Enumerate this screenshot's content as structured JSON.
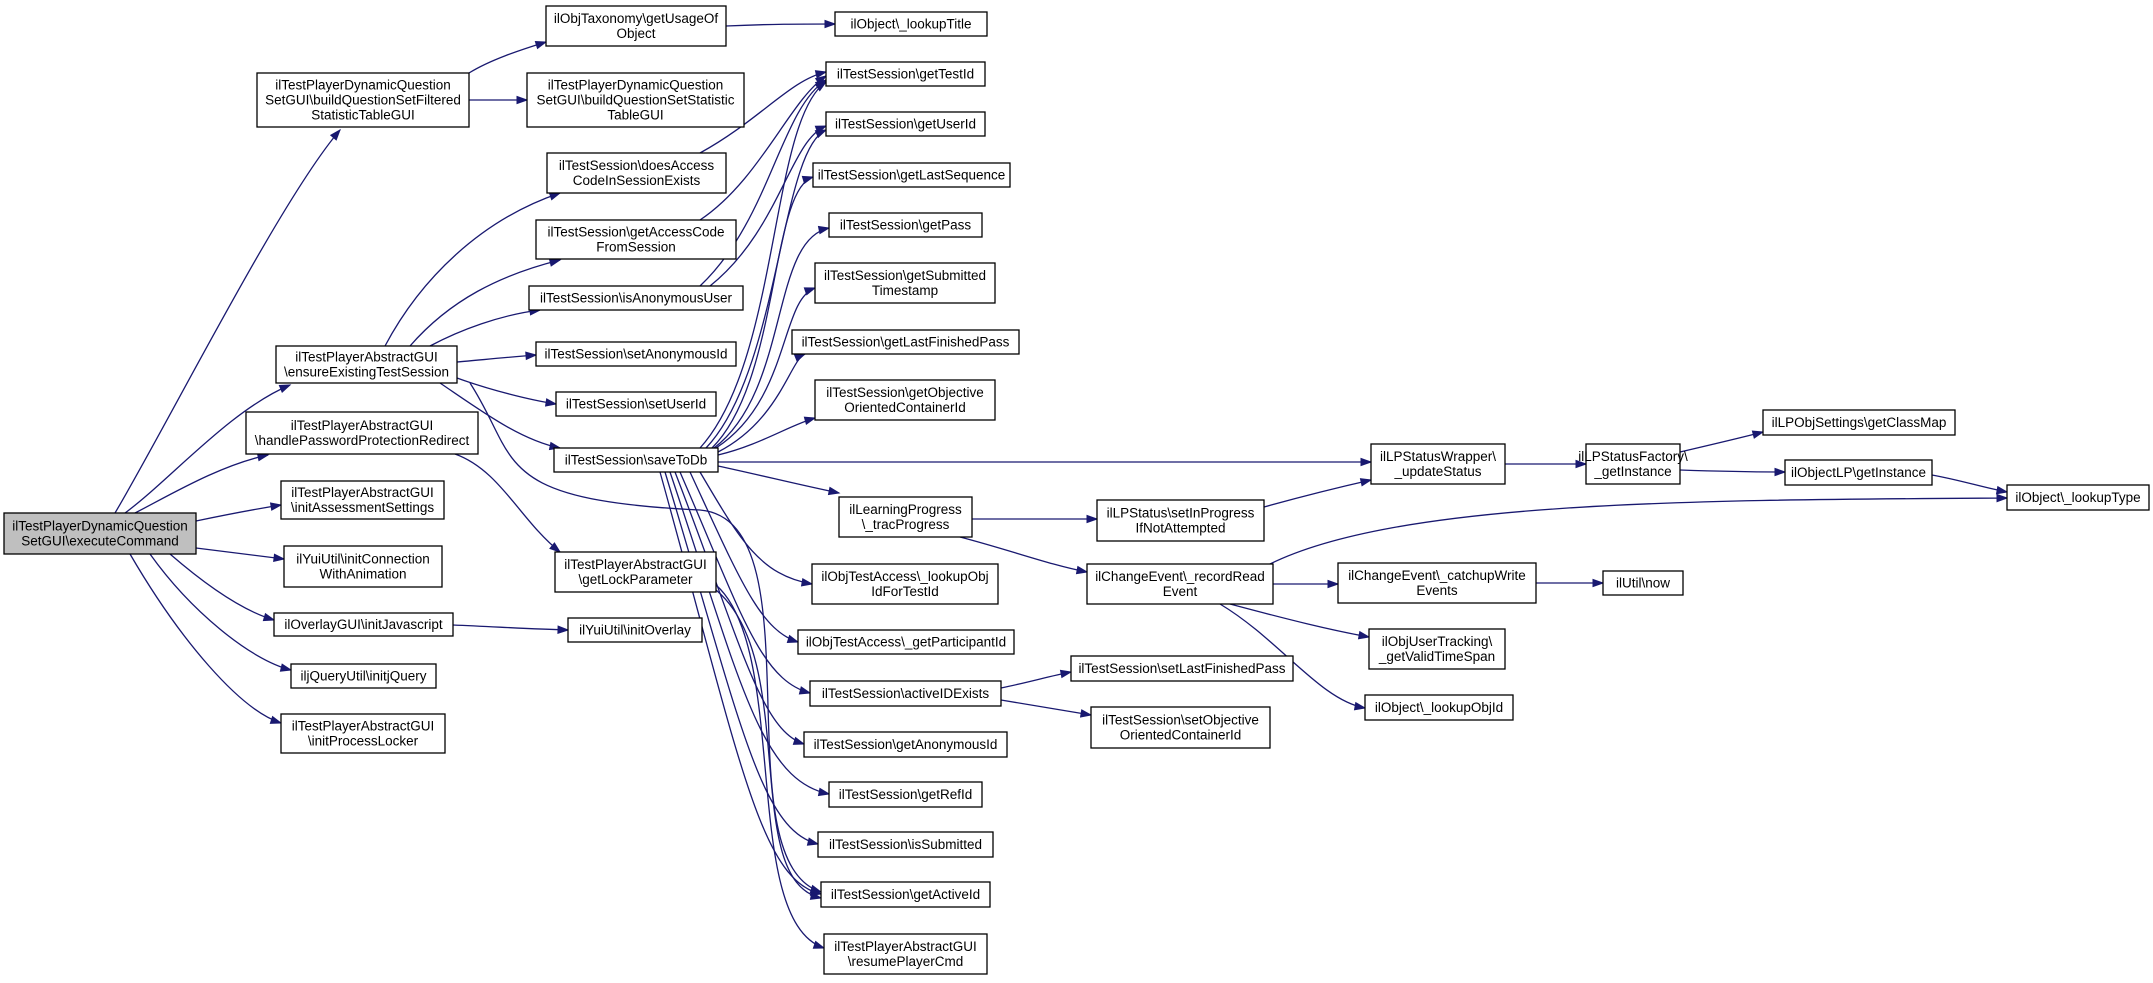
{
  "nodes": [
    {
      "id": "root",
      "lines": [
        "ilTestPlayerDynamicQuestion",
        "SetGUI\\executeCommand"
      ],
      "root": true
    },
    {
      "id": "n1",
      "lines": [
        "ilTestPlayerDynamicQuestion",
        "SetGUI\\buildQuestionSetFiltered",
        "StatisticTableGUI"
      ]
    },
    {
      "id": "n2",
      "lines": [
        "ilTestPlayerAbstractGUI",
        "\\ensureExistingTestSession"
      ]
    },
    {
      "id": "n3",
      "lines": [
        "ilTestPlayerAbstractGUI",
        "\\handlePasswordProtectionRedirect"
      ]
    },
    {
      "id": "n4",
      "lines": [
        "ilTestPlayerAbstractGUI",
        "\\initAssessmentSettings"
      ]
    },
    {
      "id": "n5",
      "lines": [
        "ilYuiUtil\\initConnection",
        "WithAnimation"
      ]
    },
    {
      "id": "n6",
      "lines": [
        "ilOverlayGUI\\initJavascript"
      ]
    },
    {
      "id": "n7",
      "lines": [
        "iljQueryUtil\\initjQuery"
      ]
    },
    {
      "id": "n8",
      "lines": [
        "ilTestPlayerAbstractGUI",
        "\\initProcessLocker"
      ]
    },
    {
      "id": "n9",
      "lines": [
        "ilObjTaxonomy\\getUsageOf",
        "Object"
      ]
    },
    {
      "id": "n10",
      "lines": [
        "ilTestPlayerDynamicQuestion",
        "SetGUI\\buildQuestionSetStatistic",
        "TableGUI"
      ]
    },
    {
      "id": "n11",
      "lines": [
        "ilObject\\_lookupTitle"
      ]
    },
    {
      "id": "n12",
      "lines": [
        "ilTestSession\\doesAccess",
        "CodeInSessionExists"
      ]
    },
    {
      "id": "n13",
      "lines": [
        "ilTestSession\\getAccessCode",
        "FromSession"
      ]
    },
    {
      "id": "n14",
      "lines": [
        "ilTestSession\\isAnonymousUser"
      ]
    },
    {
      "id": "n15",
      "lines": [
        "ilTestSession\\setAnonymousId"
      ]
    },
    {
      "id": "n16",
      "lines": [
        "ilTestSession\\setUserId"
      ]
    },
    {
      "id": "n17",
      "lines": [
        "ilTestSession\\saveToDb"
      ]
    },
    {
      "id": "n18",
      "lines": [
        "ilTestPlayerAbstractGUI",
        "\\getLockParameter"
      ]
    },
    {
      "id": "n19",
      "lines": [
        "ilYuiUtil\\initOverlay"
      ]
    },
    {
      "id": "n20",
      "lines": [
        "ilTestSession\\getTestId"
      ]
    },
    {
      "id": "n21",
      "lines": [
        "ilTestSession\\getUserId"
      ]
    },
    {
      "id": "n22",
      "lines": [
        "ilTestSession\\getLastSequence"
      ]
    },
    {
      "id": "n23",
      "lines": [
        "ilTestSession\\getPass"
      ]
    },
    {
      "id": "n24",
      "lines": [
        "ilTestSession\\getSubmitted",
        "Timestamp"
      ]
    },
    {
      "id": "n25",
      "lines": [
        "ilTestSession\\getLastFinishedPass"
      ]
    },
    {
      "id": "n26",
      "lines": [
        "ilTestSession\\getObjective",
        "OrientedContainerId"
      ]
    },
    {
      "id": "n27",
      "lines": [
        "ilLearningProgress",
        "\\_tracProgress"
      ]
    },
    {
      "id": "n28",
      "lines": [
        "ilObjTestAccess\\_lookupObj",
        "IdForTestId"
      ]
    },
    {
      "id": "n29",
      "lines": [
        "ilObjTestAccess\\_getParticipantId"
      ]
    },
    {
      "id": "n30",
      "lines": [
        "ilTestSession\\activeIDExists"
      ]
    },
    {
      "id": "n31",
      "lines": [
        "ilTestSession\\getAnonymousId"
      ]
    },
    {
      "id": "n32",
      "lines": [
        "ilTestSession\\getRefId"
      ]
    },
    {
      "id": "n33",
      "lines": [
        "ilTestSession\\isSubmitted"
      ]
    },
    {
      "id": "n34",
      "lines": [
        "ilTestSession\\getActiveId"
      ]
    },
    {
      "id": "n35",
      "lines": [
        "ilTestPlayerAbstractGUI",
        "\\resumePlayerCmd"
      ]
    },
    {
      "id": "n36",
      "lines": [
        "ilLPStatusWrapper\\",
        "_updateStatus"
      ]
    },
    {
      "id": "n37",
      "lines": [
        "ilLPStatus\\setInProgress",
        "IfNotAttempted"
      ]
    },
    {
      "id": "n38",
      "lines": [
        "ilChangeEvent\\_recordRead",
        "Event"
      ]
    },
    {
      "id": "n39",
      "lines": [
        "ilTestSession\\setLastFinishedPass"
      ]
    },
    {
      "id": "n40",
      "lines": [
        "ilTestSession\\setObjective",
        "OrientedContainerId"
      ]
    },
    {
      "id": "n41",
      "lines": [
        "ilLPStatusFactory\\",
        "_getInstance"
      ]
    },
    {
      "id": "n42",
      "lines": [
        "ilChangeEvent\\_catchupWrite",
        "Events"
      ]
    },
    {
      "id": "n43",
      "lines": [
        "ilObjUserTracking\\",
        "_getValidTimeSpan"
      ]
    },
    {
      "id": "n44",
      "lines": [
        "ilObject\\_lookupObjId"
      ]
    },
    {
      "id": "n45",
      "lines": [
        "ilLPObjSettings\\getClassMap"
      ]
    },
    {
      "id": "n46",
      "lines": [
        "ilObjectLP\\getInstance"
      ]
    },
    {
      "id": "n47",
      "lines": [
        "ilUtil\\now"
      ]
    },
    {
      "id": "n48",
      "lines": [
        "ilObject\\_lookupType"
      ]
    }
  ],
  "colors": {
    "edge": "#191970",
    "root_fill": "#bfbfbf",
    "node_fill": "#ffffff",
    "node_border": "#000000"
  }
}
